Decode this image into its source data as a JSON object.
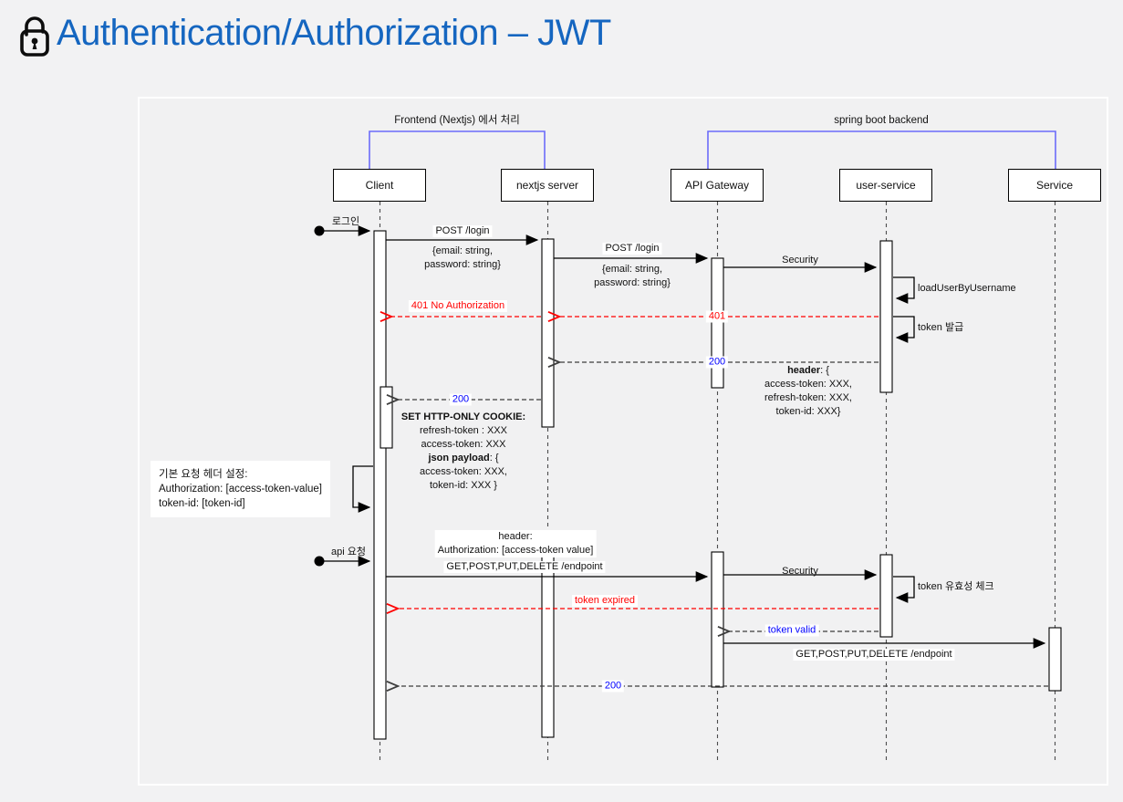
{
  "title": {
    "text": "Authentication/Authorization – JWT"
  },
  "colors": {
    "title_blue": "#1566c0",
    "frame_line": "#6b6bfa",
    "error_red": "#ff0000",
    "status_blue": "#0000ff"
  },
  "frames": [
    {
      "label": "Frontend (Nextjs) 에서 처리"
    },
    {
      "label": "spring boot backend"
    }
  ],
  "participants": [
    {
      "name": "Client"
    },
    {
      "name": "nextjs server"
    },
    {
      "name": "API Gateway"
    },
    {
      "name": "user-service"
    },
    {
      "name": "Service"
    }
  ],
  "messages": {
    "login_trigger": "로그인",
    "post_login": "POST /login",
    "login_body_l1": "{email: string,",
    "login_body_l2": "password: string}",
    "security": "Security",
    "load_user": "loadUserByUsername",
    "err_401_full": "401 No Authorization",
    "err_401": "401",
    "token_issue": "token 발급",
    "ok_200": "200",
    "api_request": "api 요청",
    "get_endpoint": "GET,POST,PUT,DELETE /endpoint",
    "token_check": "token 유효성 체크",
    "token_expired": "token expired",
    "token_valid": "token valid"
  },
  "notes": {
    "token_header": {
      "l1_bold": "header",
      "l1_rest": ": {",
      "l2": "access-token: XXX,",
      "l3": "refresh-token: XXX,",
      "l4": "token-id: XXX}"
    },
    "set_cookie": {
      "l1": "SET HTTP-ONLY COOKIE:",
      "l2": "refresh-token : XXX",
      "l3": "access-token: XXX",
      "l4_bold": "json payload",
      "l4_rest": ": {",
      "l5": "access-token: XXX,",
      "l6": "token-id: XXX }"
    },
    "default_header": {
      "l1": "기본 요청 헤더 설정:",
      "l2": "Authorization:  [access-token-value]",
      "l3": "token-id: [token-id]"
    },
    "request_header": {
      "l1": "header:",
      "l2": "Authorization: [access-token value]"
    }
  }
}
